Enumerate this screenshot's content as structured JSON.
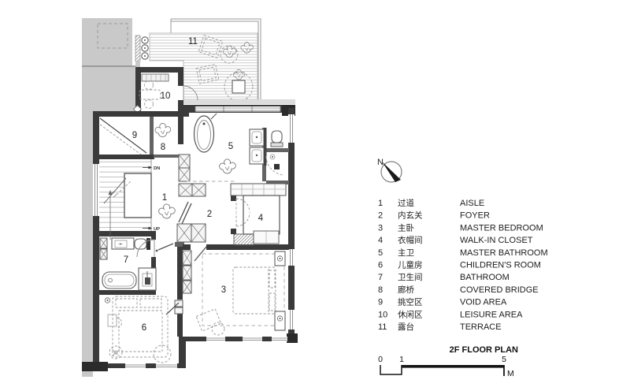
{
  "colors": {
    "wall": "#3a3a3a",
    "roof_gray": "#c9c9c9",
    "line_black": "#111111"
  },
  "plan": {
    "room_numbers": [
      "1",
      "2",
      "3",
      "4",
      "5",
      "6",
      "7",
      "8",
      "9",
      "10",
      "11"
    ],
    "stairs": {
      "down": "DN",
      "up": "UP"
    }
  },
  "legend": {
    "north_label": "N",
    "items": [
      {
        "number": "1",
        "cn": "过道",
        "en": "AISLE"
      },
      {
        "number": "2",
        "cn": "内玄关",
        "en": "FOYER"
      },
      {
        "number": "3",
        "cn": "主卧",
        "en": "MASTER BEDROOM"
      },
      {
        "number": "4",
        "cn": "衣帽间",
        "en": "WALK-IN CLOSET"
      },
      {
        "number": "5",
        "cn": "主卫",
        "en": "MASTER BATHROOM"
      },
      {
        "number": "6",
        "cn": "儿童房",
        "en": "CHILDREN'S ROOM"
      },
      {
        "number": "7",
        "cn": "卫生间",
        "en": "BATHROOM"
      },
      {
        "number": "8",
        "cn": "廊桥",
        "en": "COVERED BRIDGE"
      },
      {
        "number": "9",
        "cn": "挑空区",
        "en": "VOID AREA"
      },
      {
        "number": "10",
        "cn": "休闲区",
        "en": "LEISURE AREA"
      },
      {
        "number": "11",
        "cn": "露台",
        "en": "TERRACE"
      }
    ],
    "title": "2F FLOOR PLAN",
    "scale": {
      "tick0": "0",
      "tick1": "1",
      "tick5": "5",
      "unit": "M"
    }
  }
}
